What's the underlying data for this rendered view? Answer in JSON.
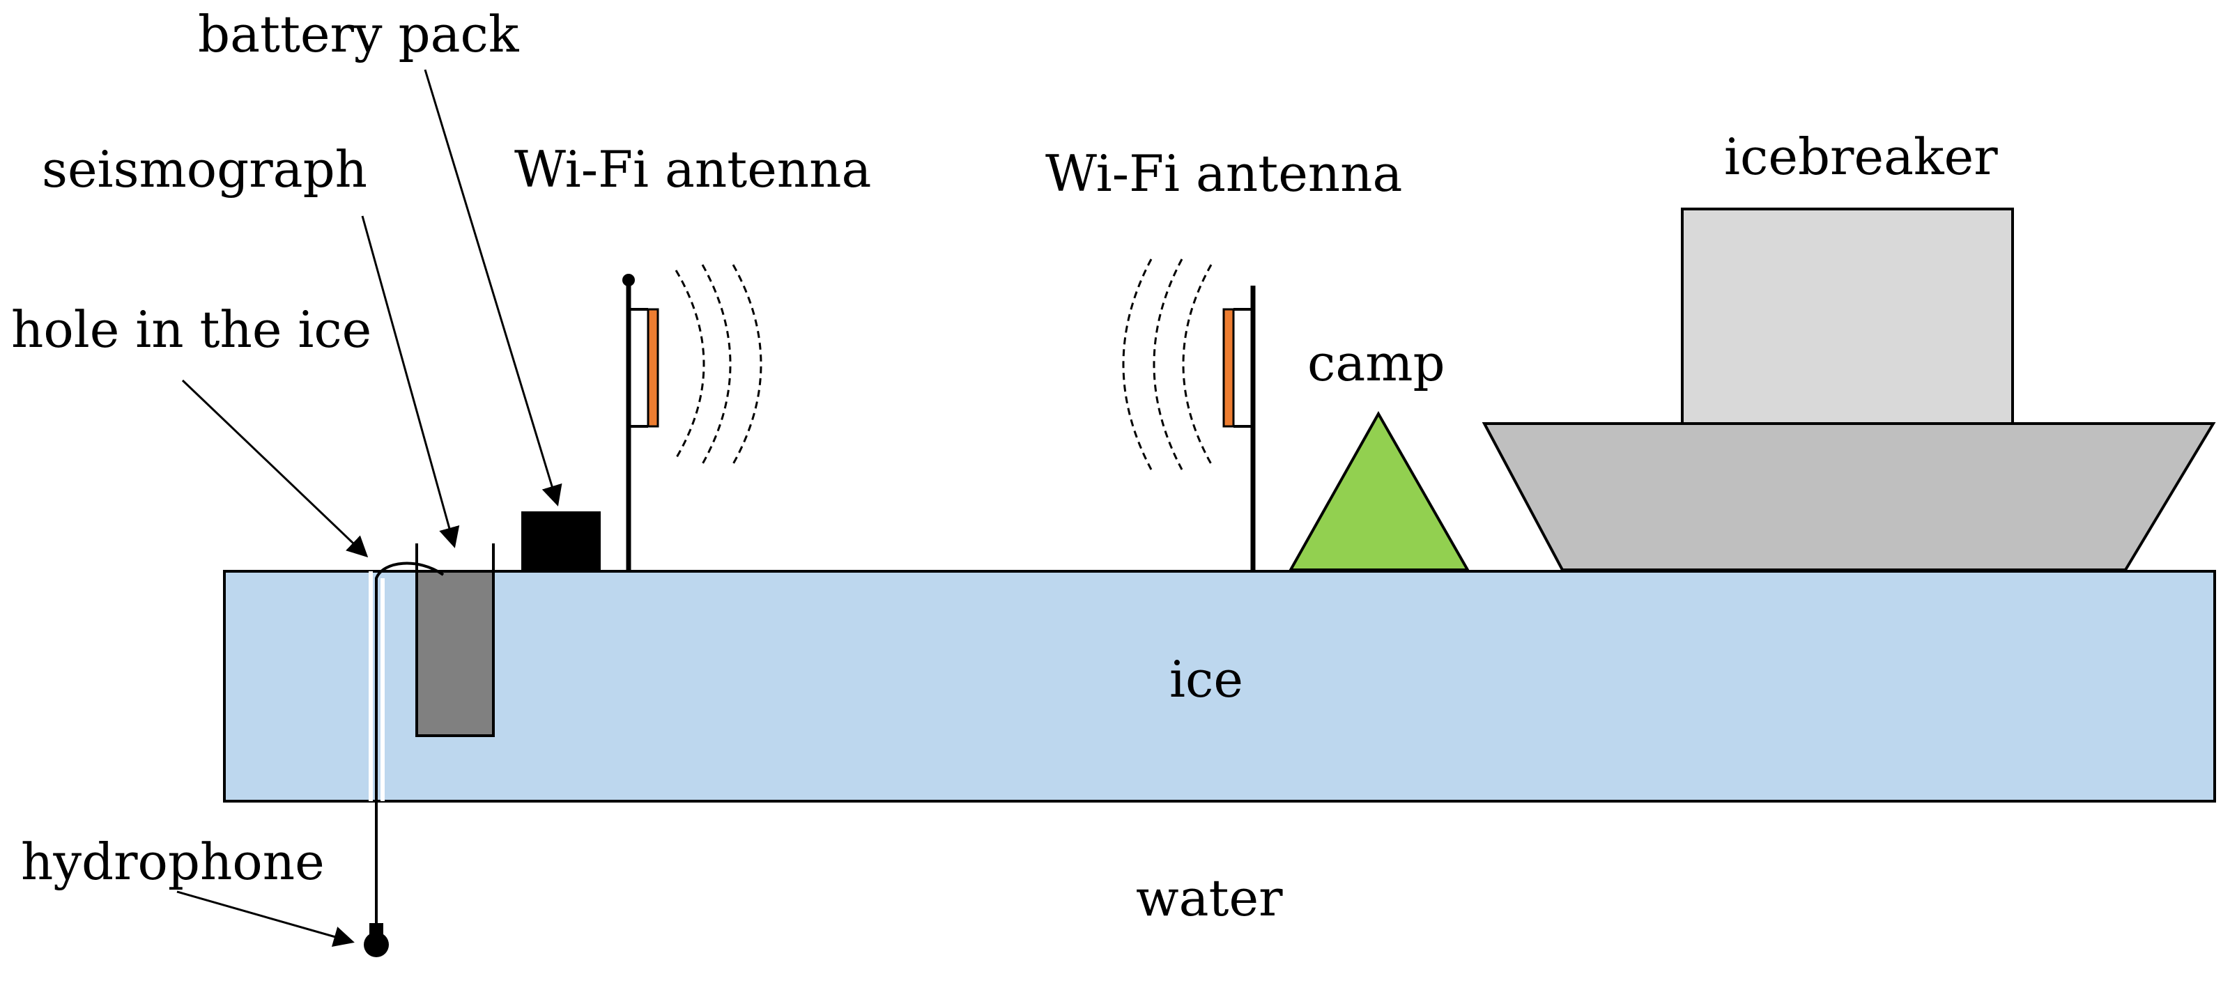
{
  "labels": {
    "battery_pack": "battery pack",
    "seismograph": "seismograph",
    "hole_in_ice": "hole in the ice",
    "hydrophone": "hydrophone",
    "wifi_antenna_left": "Wi-Fi antenna",
    "wifi_antenna_right": "Wi-Fi antenna",
    "camp": "camp",
    "icebreaker": "icebreaker",
    "ice": "ice",
    "water": "water"
  },
  "colors": {
    "ice": "#bdd7ee",
    "seismograph": "#808080",
    "battery": "#000000",
    "antenna_panel": "#ed7d31",
    "camp": "#92d050",
    "ship_cabin": "#d9d9d9",
    "ship_hull": "#bfbfbf"
  }
}
